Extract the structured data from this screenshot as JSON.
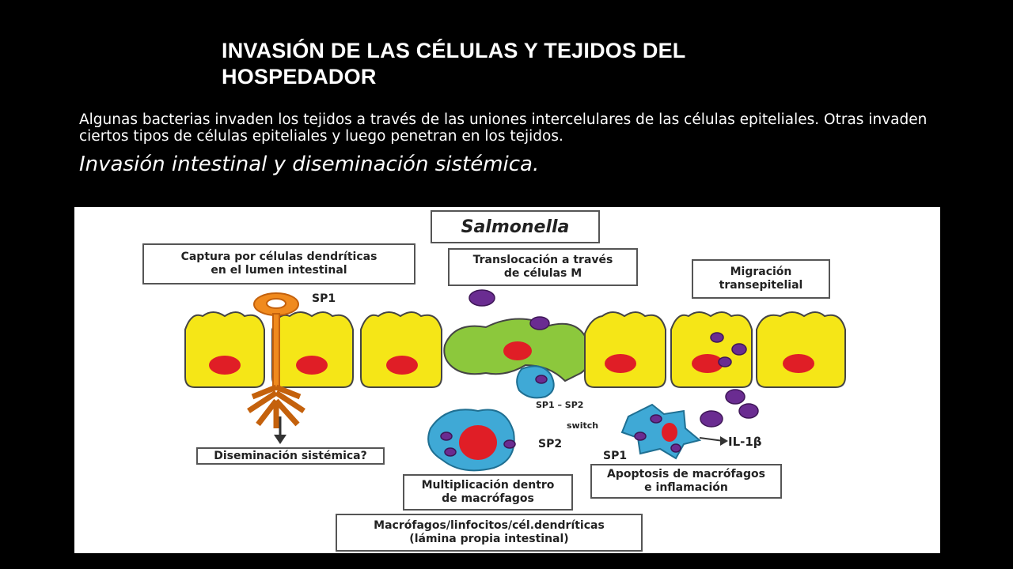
{
  "slide": {
    "title": "INVASIÓN DE LAS CÉLULAS Y TEJIDOS DEL HOSPEDADOR",
    "body": "Algunas bacterias invaden los tejidos a través de las uniones intercelulares de las células epiteliales. Otras invaden ciertos tipos de células epiteliales y luego penetran en los tejidos.",
    "subtitle": "Invasión intestinal y diseminación sistémica."
  },
  "diagram": {
    "header": "Salmonella",
    "boxes": {
      "capture_line1": "Captura por células dendríticas",
      "capture_line2": "en el lumen intestinal",
      "translocation_line1": "Translocación a través",
      "translocation_line2": "de células M",
      "migration_line1": "Migración",
      "migration_line2": "transepitelial",
      "dissemination": "Diseminación sistémica?",
      "multiplication_line1": "Multiplicación dentro",
      "multiplication_line2": "de macrófagos",
      "apoptosis_line1": "Apoptosis de macrófagos",
      "apoptosis_line2": "e inflamación",
      "lamina_line1": "Macrófagos/linfocitos/cél.dendríticas",
      "lamina_line2": "(lámina propia intestinal)"
    },
    "tags": {
      "sp1_top": "SP1",
      "sp1_sp2": "SP1 – SP2",
      "switch": "switch",
      "sp2": "SP2",
      "sp1_bottom": "SP1",
      "il1b": "IL-1β"
    },
    "colors": {
      "epithelium": "#f5e617",
      "m_cell": "#8cc83c",
      "nucleus": "#e01e26",
      "bacteria": "#6a2c91",
      "macrophage": "#3fa9d6",
      "dendritic": "#f08a1e"
    }
  }
}
